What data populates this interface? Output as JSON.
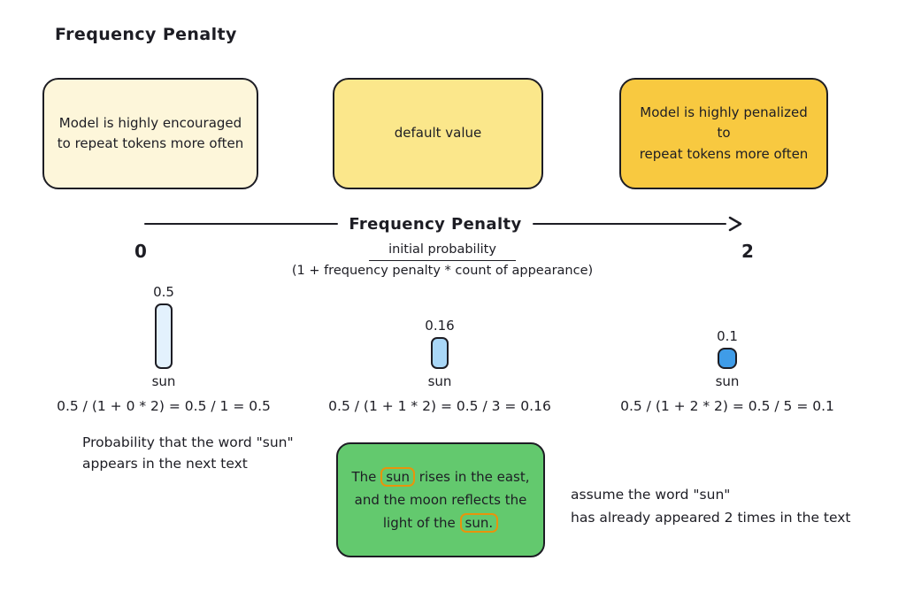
{
  "title": "Frequency Penalty",
  "scale_boxes": {
    "left": "Model is highly encouraged\nto repeat tokens more often",
    "middle": "default value",
    "right": "Model is highly penalized to\nrepeat tokens more often"
  },
  "axis": {
    "label": "Frequency Penalty",
    "min": "0",
    "max": "2"
  },
  "formula": {
    "numerator": "initial probability",
    "denominator": "(1 + frequency penalty * count of appearance)"
  },
  "chart_data": {
    "type": "bar",
    "categories": [
      "sun (frequency penalty 0)",
      "sun (frequency penalty 1)",
      "sun (frequency penalty 2)"
    ],
    "values": [
      0.5,
      0.16,
      0.1
    ],
    "title": "Frequency Penalty",
    "xlabel": "Frequency Penalty (0 to 2)",
    "ylabel": "Probability of token \"sun\"",
    "ylim": [
      0,
      0.5
    ]
  },
  "bars": [
    {
      "value": "0.5",
      "word": "sun",
      "equation": "0.5 / (1 + 0 * 2) = 0.5 / 1 = 0.5"
    },
    {
      "value": "0.16",
      "word": "sun",
      "equation": "0.5 / (1 + 1 * 2) = 0.5 / 3 = 0.16"
    },
    {
      "value": "0.1",
      "word": "sun",
      "equation": "0.5 / (1 + 2 * 2) = 0.5 / 5 = 0.1"
    }
  ],
  "notes": {
    "probability": "Probability that the word \"sun\"\nappears in the next text",
    "assume": "assume the word \"sun\"\nhas already appeared 2 times in the text"
  },
  "example": {
    "t1": "The ",
    "h1": "sun",
    "t2": " rises in the east,\nand the moon reflects the\nlight of the ",
    "h2": "sun."
  },
  "colors": {
    "stroke": "#1d1d24",
    "box_left_bg": "#fdf6da",
    "box_middle_bg": "#fbe78b",
    "box_right_bg": "#f8c940",
    "bar_light_blue": "#e3f1fd",
    "bar_medium_blue": "#a9d7f7",
    "bar_dark_blue": "#3f9ce8",
    "example_green": "#63c96e",
    "highlight_orange": "#e8930c"
  }
}
